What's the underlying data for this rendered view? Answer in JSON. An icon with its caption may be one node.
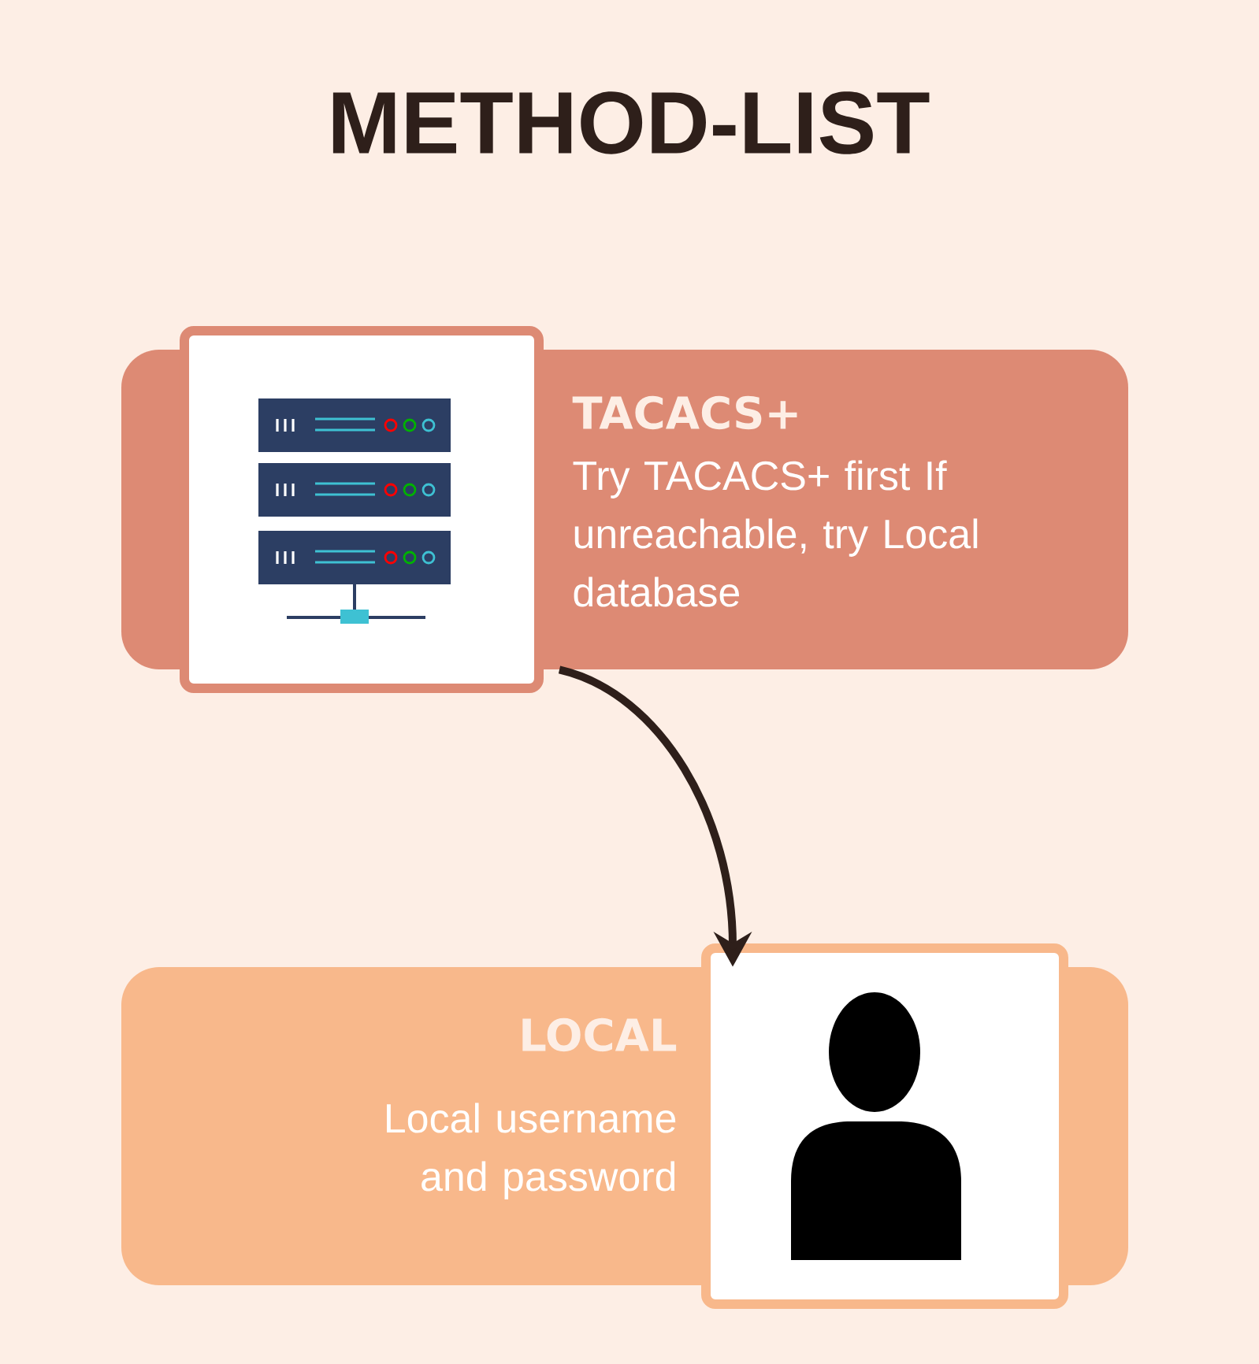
{
  "diagram": {
    "title": "METHOD-LIST",
    "nodes": [
      {
        "text": [
          "TACACS+",
          "Try TACACS+ first If unreachable, try Local database"
        ]
      },
      {
        "text": [
          "LOCAL",
          "Local username and password"
        ]
      }
    ],
    "edges": [
      {
        "from": 0,
        "to": 1,
        "arrow": "to"
      }
    ]
  }
}
